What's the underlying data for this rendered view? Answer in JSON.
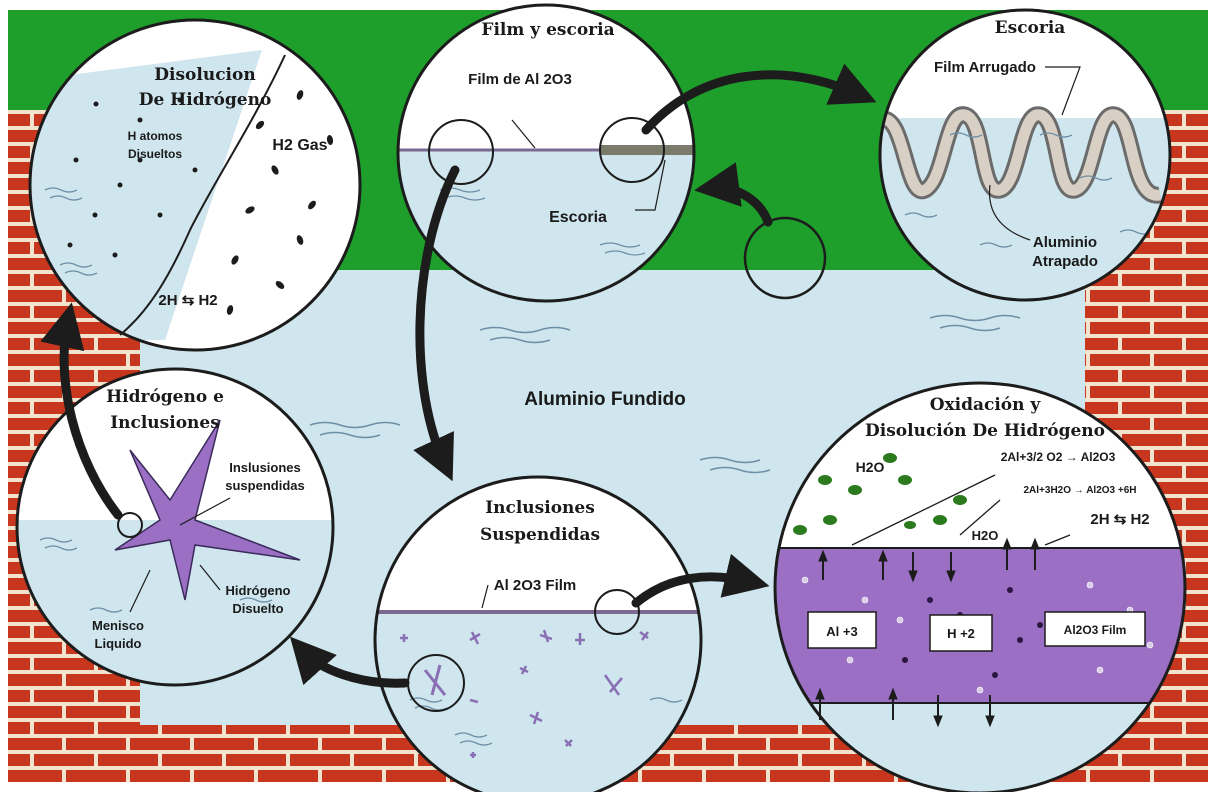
{
  "colors": {
    "sky": "#1e9e2a",
    "brick": "#c9361e",
    "mortar": "#f2e3cf",
    "melt": "#cfe6ee",
    "oxide_layer": "#9a6fc4",
    "particle": "#2c7a1e",
    "arrow": "#1c1c1c"
  },
  "center_label": "Aluminio Fundido",
  "film_escoria": {
    "title": "Film y escoria",
    "film_label": "Film de Al 2O3",
    "slag_label": "Escoria"
  },
  "escoria": {
    "title": "Escoria",
    "wrinkled_label": "Film Arrugado",
    "trapped_label_1": "Aluminio",
    "trapped_label_2": "Atrapado"
  },
  "disolucion": {
    "title_1": "Disolucion",
    "title_2": "De Hidrógeno",
    "atoms_label_1": "H atomos",
    "atoms_label_2": "Disueltos",
    "gas_label": "H2 Gas",
    "equation": "2H ⇆ H2"
  },
  "hidrogeno_inclusiones": {
    "title_1": "Hidrógeno e",
    "title_2": "Inclusiones",
    "suspended_label_1": "Inslusiones",
    "suspended_label_2": "suspendidas",
    "dissolved_label_1": "Hidrógeno",
    "dissolved_label_2": "Disuelto",
    "meniscus_label_1": "Menisco",
    "meniscus_label_2": "Liquido"
  },
  "inclusiones": {
    "title_1": "Inclusiones",
    "title_2": "Suspendidas",
    "film_label": "Al 2O3 Film"
  },
  "oxidacion": {
    "title_1": "Oxidación y",
    "title_2": "Disolución De Hidrógeno",
    "water_label": "H2O",
    "water_label_2": "H2O",
    "reaction_1": "2Al+3/2 O2 → Al2O3",
    "reaction_2": "2Al+3H2O → Al2O3 +6H",
    "equation": "2H ⇆ H2",
    "box_al": "Al +3",
    "box_h": "H +2",
    "box_film": "Al2O3 Film"
  }
}
